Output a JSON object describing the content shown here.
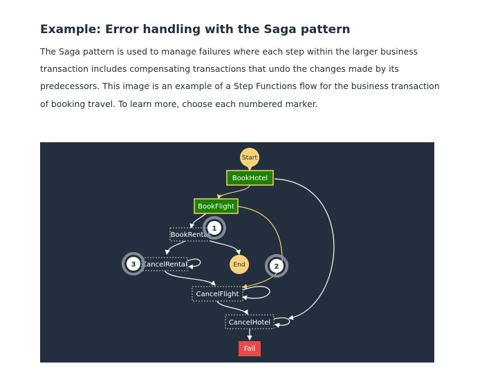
{
  "section": {
    "title": "Example: Error handling with the Saga pattern",
    "description": "The Saga pattern is used to manage failures where each step within the larger business transaction includes compensating transactions that undo the changes made by its predecessors. This image is an example of a Step Functions flow for the business transaction of booking travel. To learn more, choose each numbered marker."
  },
  "diagram": {
    "background_color": "#232f3e",
    "success_color": "#1d8102",
    "success_border": "#f2d26b",
    "start_end_color": "#f7d27a",
    "fail_color": "#e64a4a",
    "nodes": {
      "start": "Start",
      "book_hotel": "BookHotel",
      "book_flight": "BookFlight",
      "book_rental": "BookRental",
      "cancel_rental": "CancelRental",
      "end": "End",
      "cancel_flight": "CancelFlight",
      "cancel_hotel": "CancelHotel",
      "fail": "Fail"
    },
    "markers": [
      "1",
      "2",
      "3"
    ]
  }
}
